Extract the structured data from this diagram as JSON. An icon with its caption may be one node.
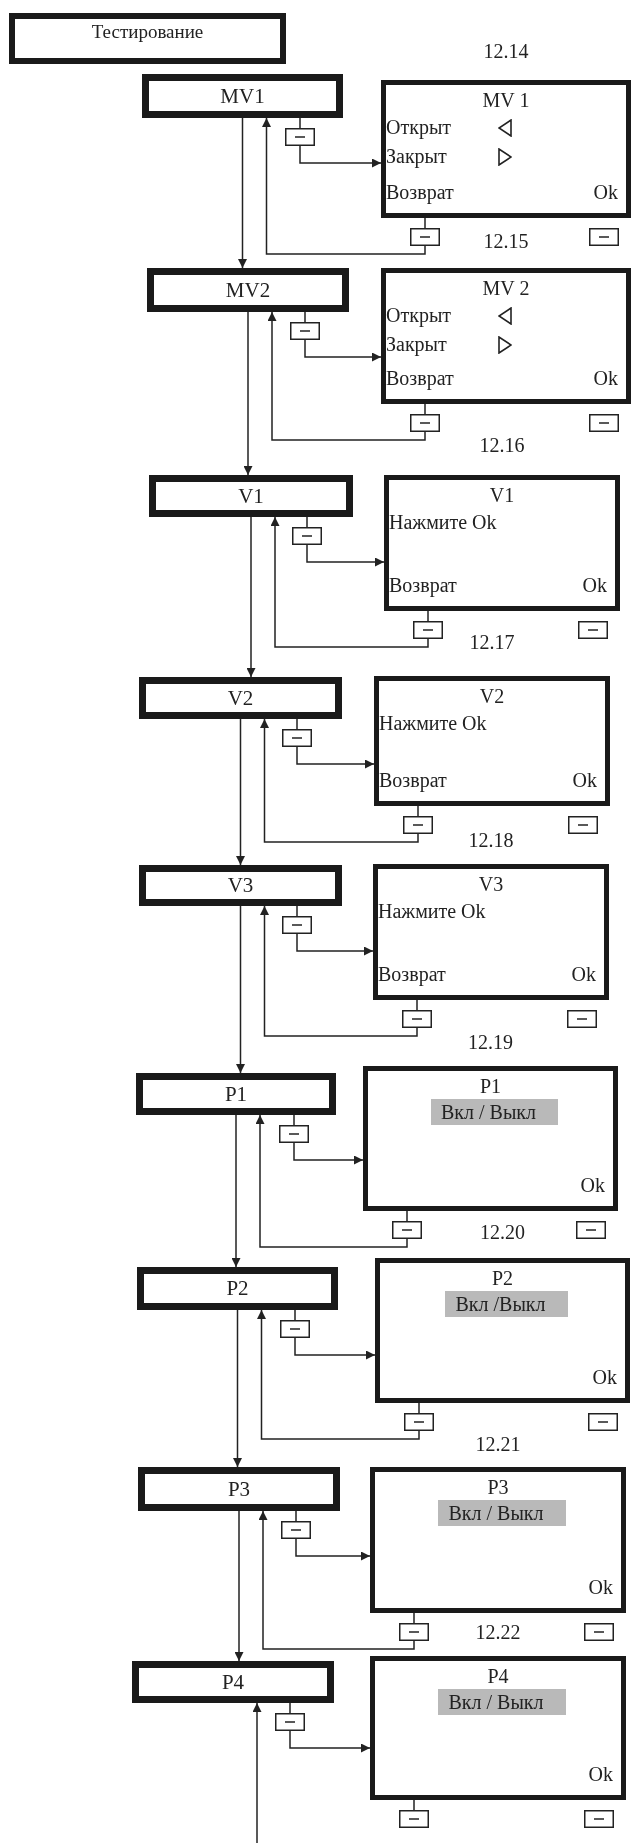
{
  "diagram": {
    "nodes": [
      {
        "text": [
          "Тестирование"
        ]
      },
      {
        "text": [
          "MV1"
        ]
      },
      {
        "text": [
          "MV 1",
          "Открыт",
          "Закрыт",
          "Возврат",
          "Ok"
        ],
        "beside": [
          "12.14"
        ]
      },
      {
        "text": [
          "MV2"
        ]
      },
      {
        "text": [
          "MV 2",
          "Открыт",
          "Закрыт",
          "Возврат",
          "Ok"
        ],
        "beside": [
          "12.15"
        ]
      },
      {
        "text": [
          "V1"
        ]
      },
      {
        "text": [
          "V1",
          "Нажмите Ok",
          "Возврат",
          "Ok"
        ],
        "beside": [
          "12.16"
        ]
      },
      {
        "text": [
          "V2"
        ]
      },
      {
        "text": [
          "V2",
          "Нажмите Ok",
          "Возврат",
          "Ok"
        ],
        "beside": [
          "12.17"
        ]
      },
      {
        "text": [
          "V3"
        ]
      },
      {
        "text": [
          "V3",
          "Нажмите Ok",
          "Возврат",
          "Ok"
        ],
        "beside": [
          "12.18"
        ]
      },
      {
        "text": [
          "P1"
        ]
      },
      {
        "text": [
          "P1",
          "Вкл / Выкл",
          "Ok"
        ],
        "beside": [
          "12.19"
        ]
      },
      {
        "text": [
          "P2"
        ]
      },
      {
        "text": [
          "P2",
          "Вкл /Выкл",
          "Ok"
        ],
        "beside": [
          "12.20"
        ]
      },
      {
        "text": [
          "P3"
        ]
      },
      {
        "text": [
          "P3",
          "Вкл / Выкл",
          "Ok"
        ],
        "beside": [
          "12.21"
        ]
      },
      {
        "text": [
          "P4"
        ]
      },
      {
        "text": [
          "P4",
          "Вкл / Выкл",
          "Ok"
        ],
        "beside": [
          "12.22"
        ]
      }
    ],
    "edges": [
      {
        "from": 1,
        "to": 2,
        "arrow": "to"
      },
      {
        "from": 2,
        "to": 1,
        "arrow": "to"
      },
      {
        "from": 1,
        "to": 3,
        "arrow": "to"
      },
      {
        "from": 3,
        "to": 4,
        "arrow": "to"
      },
      {
        "from": 4,
        "to": 3,
        "arrow": "to"
      },
      {
        "from": 3,
        "to": 5,
        "arrow": "to"
      },
      {
        "from": 5,
        "to": 6,
        "arrow": "to"
      },
      {
        "from": 6,
        "to": 5,
        "arrow": "to"
      },
      {
        "from": 5,
        "to": 7,
        "arrow": "to"
      },
      {
        "from": 7,
        "to": 8,
        "arrow": "to"
      },
      {
        "from": 8,
        "to": 7,
        "arrow": "to"
      },
      {
        "from": 7,
        "to": 9,
        "arrow": "to"
      },
      {
        "from": 9,
        "to": 10,
        "arrow": "to"
      },
      {
        "from": 10,
        "to": 9,
        "arrow": "to"
      },
      {
        "from": 9,
        "to": 11,
        "arrow": "to"
      },
      {
        "from": 11,
        "to": 12,
        "arrow": "to"
      },
      {
        "from": 12,
        "to": 11,
        "arrow": "to"
      },
      {
        "from": 11,
        "to": 13,
        "arrow": "to"
      },
      {
        "from": 13,
        "to": 14,
        "arrow": "to"
      },
      {
        "from": 14,
        "to": 13,
        "arrow": "to"
      },
      {
        "from": 13,
        "to": 15,
        "arrow": "to"
      },
      {
        "from": 15,
        "to": 16,
        "arrow": "to"
      },
      {
        "from": 16,
        "to": 15,
        "arrow": "to"
      },
      {
        "from": 15,
        "to": 17,
        "arrow": "to"
      },
      {
        "from": 17,
        "to": 18,
        "arrow": "to"
      },
      {
        "from": null,
        "to": 17,
        "arrow": "to"
      }
    ]
  }
}
